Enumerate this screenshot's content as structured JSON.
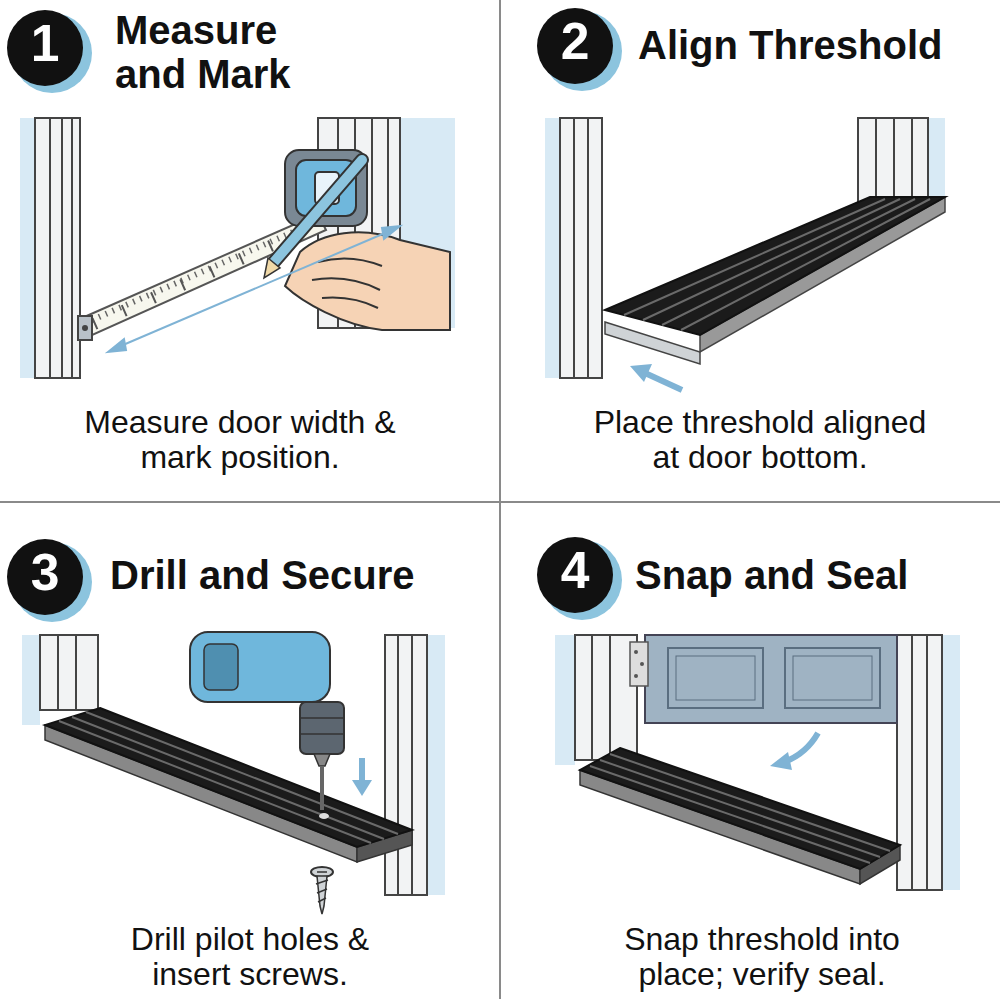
{
  "diagram": {
    "nodes": [
      {
        "text": [
          "Measure and Mark",
          "Measure door width & mark position."
        ]
      },
      {
        "text": [
          "1"
        ],
        "in": 0
      },
      {
        "text": [
          "Align Threshold",
          "Place threshold aligned at door bottom."
        ]
      },
      {
        "text": [
          "2"
        ],
        "in": 2
      },
      {
        "text": [
          "Drill and Secure",
          "Drill pilot holes & insert screws."
        ]
      },
      {
        "text": [
          "3"
        ],
        "in": 4
      },
      {
        "text": [
          "Snap and Seal",
          "Snap threshold into place; verify seal."
        ]
      },
      {
        "text": [
          "4"
        ],
        "in": 6
      }
    ]
  }
}
